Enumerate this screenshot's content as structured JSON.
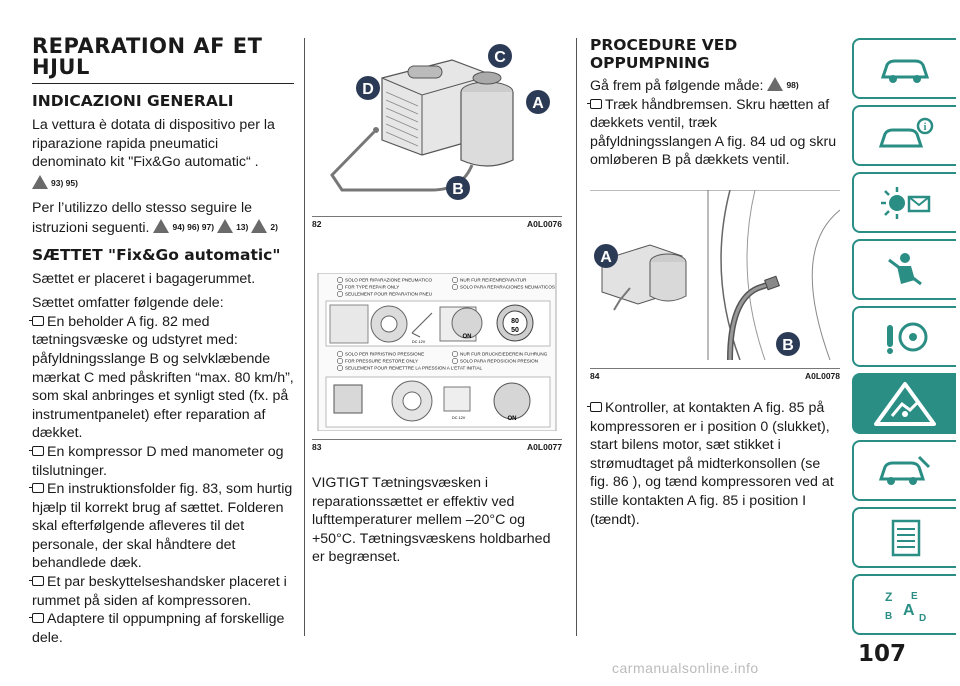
{
  "col1": {
    "title": "REPARATION AF ET HJUL",
    "sub1": "INDICAZIONI GENERALI",
    "p1": "La vettura è dotata di dispositivo per la riparazione rapida pneumatici denominato kit \"Fix&Go automatic“ .",
    "p1_refs": "93) 95)",
    "p2": "Per l’utilizzo dello stesso seguire le istruzioni seguenti.",
    "p2_refs_a": "94) 96) 97)",
    "p2_refs_b": "13)",
    "p2_refs_c": "2)",
    "sub2": "SÆTTET \"Fix&Go automatic\"",
    "p3": "Sættet er placeret i bagagerummet.",
    "p4": "Sættet omfatter følgende dele:",
    "b1": "En beholder A fig. 82 med tætningsvæske og udstyret med: påfyldningsslange B og selvklæbende mærkat C med påskriften “max. 80 km/h”, som skal anbringes et synligt sted (fx. på instrumentpanelet) efter reparation af dækket.",
    "b2": "En kompressor D med manometer og tilslutninger.",
    "b3": "En instruktionsfolder fig. 83, som hurtig hjælp til korrekt brug af sættet. Folderen skal efterfølgende afleveres til det personale, der skal håndtere det behandlede dæk.",
    "b4": "Et par beskyttelseshandsker placeret i rummet på siden af kompressoren.",
    "b5": "Adaptere til oppumpning af forskellige dele."
  },
  "col2": {
    "fig82_num": "82",
    "fig82_code": "A0L0076",
    "labels": {
      "a": "A",
      "b": "B",
      "c": "C",
      "d": "D"
    },
    "fig83_num": "83",
    "fig83_code": "A0L0077",
    "panel_top_left": [
      "SOLO PER RIPARAZIONE PNEUMATICO",
      "FOR TYPE REPAIR ONLY",
      "SEULEMENT POUR REPARATION PNEU"
    ],
    "panel_top_right": [
      "NUR FUR REIFENREPARATUR",
      "SOLO PARA REPARACIONES NEUMATICOS"
    ],
    "panel_mid_left": [
      "SOLO PER RIPRISTINO PRESSIONE",
      "FOR PRESSURE RESTORE ONLY",
      "SEULEMENT POUR REMETTRE LA PRESSION A L'ETAT INITIAL"
    ],
    "panel_mid_right": [
      "NUR FUR DRUCKEIEDEREIN FUHRUNG",
      "SOLO PARA REPOSICION PRESION"
    ],
    "panel_on": "ON",
    "panel_dc": "DC 12V",
    "panel_80": "80",
    "panel_50": "50",
    "p1": "VIGTIGT Tætningsvæsken i reparationssættet er effektiv ved lufttemperaturer mellem –20°C og +50°C. Tætningsvæskens holdbarhed er begrænset."
  },
  "col3": {
    "title": "PROCEDURE VED OPPUMPNING",
    "p1": "Gå frem på følgende måde:",
    "p1_ref": "98)",
    "b1": "Træk håndbremsen. Skru hætten af dækkets ventil, træk påfyldningsslangen A fig. 84 ud og skru omløberen B på dækkets ventil.",
    "fig84_num": "84",
    "fig84_code": "A0L0078",
    "b2": "Kontroller, at kontakten A fig. 85 på kompressoren er i position 0 (slukket), start bilens motor, sæt stikket i strømudtaget på midterkonsollen (se fig. 86 ), og tænd kompressoren ved at stille kontakten A fig. 85 i position I (tændt)."
  },
  "page": {
    "number": "107",
    "watermark": "carmanualsonline.info"
  },
  "colors": {
    "accent": "#2b8e84",
    "label_badge": "#2c3b55"
  },
  "sidebar": [
    "car-info-icon",
    "car-info-i-icon",
    "lights-icon",
    "airbag-seat-icon",
    "steering-icon",
    "warning-triangle-icon",
    "car-service-icon",
    "specs-list-icon",
    "index-letters-icon"
  ]
}
